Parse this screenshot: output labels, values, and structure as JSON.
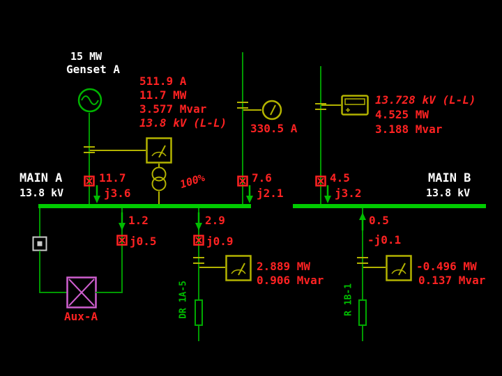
{
  "diagram": {
    "generator": {
      "rating": "15 MW",
      "name": "Genset A",
      "readings": {
        "amps": "511.9 A",
        "mw": "11.7 MW",
        "mvar": "3.577 Mvar",
        "kv": "13.8 kV (L-L)"
      }
    },
    "transformer": {
      "loading": "100%"
    },
    "bus_main_a": {
      "name": "MAIN A",
      "voltage": "13.8 kV"
    },
    "bus_main_b": {
      "name": "MAIN B",
      "voltage": "13.8 kV"
    },
    "branch_gen": {
      "mw": "11.7",
      "mvar": "j3.6"
    },
    "branch_mid": {
      "amps": "330.5 A",
      "mw": "7.6",
      "mvar": "j2.1"
    },
    "branch_b": {
      "mw": "4.5",
      "mvar": "j3.2",
      "meter": {
        "kv": "13.728 kV (L-L)",
        "mw": "4.525 MW",
        "mvar": "3.188 Mvar"
      }
    },
    "branch_aux": {
      "mw": "1.2",
      "mvar": "j0.5"
    },
    "aux_transformer": {
      "label": "Aux-A"
    },
    "feeder_1a5": {
      "mw": "2.9",
      "mvar": "j0.9",
      "meter_mw": "2.889 MW",
      "meter_mvar": "0.906 Mvar",
      "name": "DR 1A-5"
    },
    "feeder_1b1": {
      "mw": "0.5",
      "mvar": "-j0.1",
      "meter_mw": "-0.496 MW",
      "meter_mvar": "0.137 Mvar",
      "name": "R 1B-1"
    }
  },
  "colors": {
    "background": "#000000",
    "bus_green": "#00cc00",
    "line_green": "#009900",
    "device_olive": "#b3b300",
    "breaker_red": "#ff2222",
    "reading_red": "#ff2222",
    "label_white": "#ffffff",
    "aux_magenta": "#cf5fcf"
  }
}
